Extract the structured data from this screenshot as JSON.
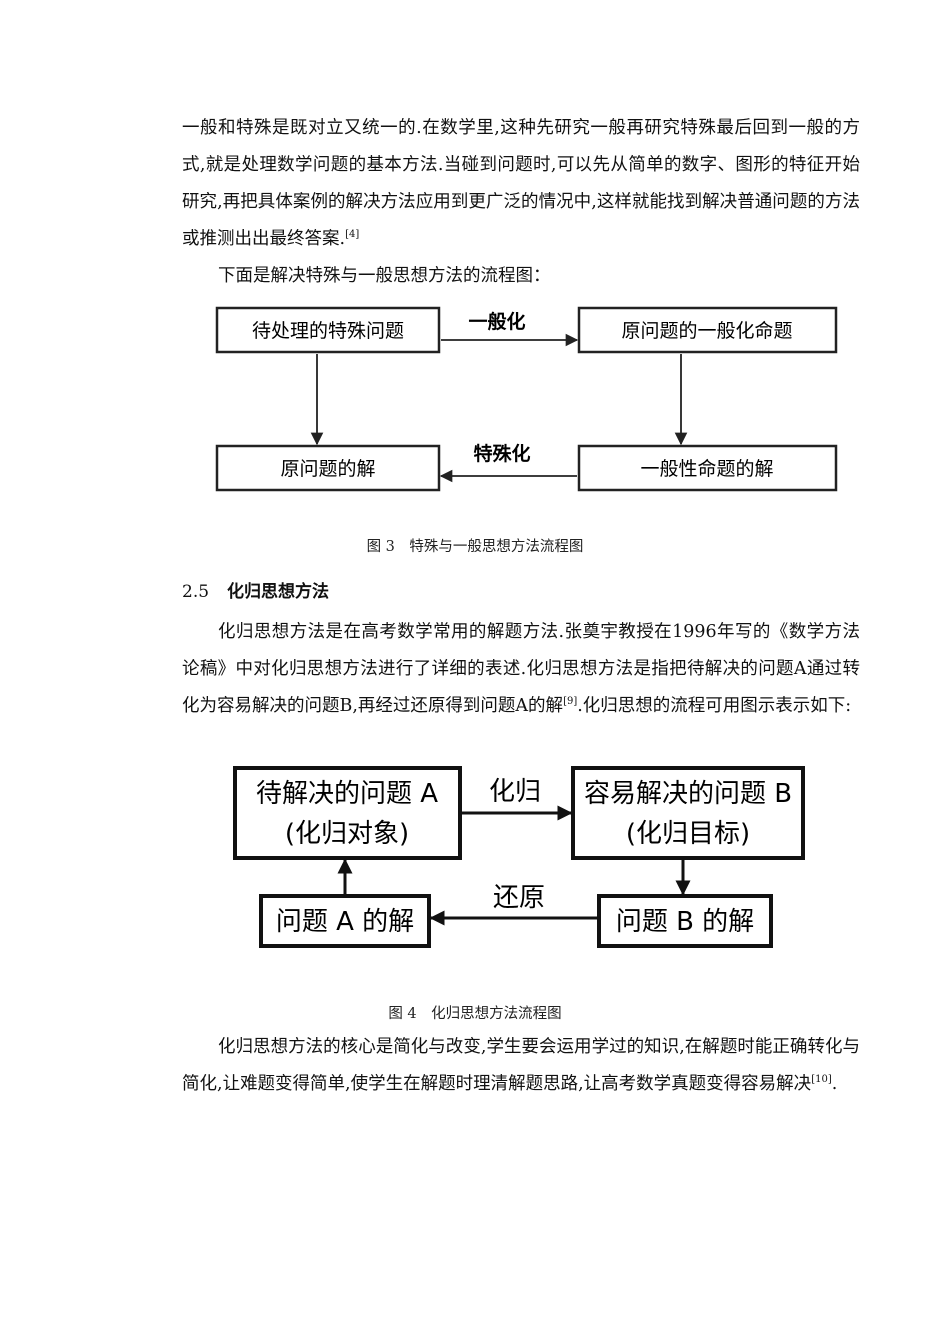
{
  "para1": {
    "text": "一般和特殊是既对立又统一的.在数学里,这种先研究一般再研究特殊最后回到一般的方式,就是处理数学问题的基本方法.当碰到问题时,可以先从简单的数字、图形的特征开始研究,再把具体案例的解决方法应用到更广泛的情况中,这样就能找到解决普通问题的方法或推测出出最终答案.",
    "ref": "[4]"
  },
  "para2": "下面是解决特殊与一般思想方法的流程图：",
  "figure3": {
    "box_top_left": "待处理的特殊问题",
    "box_top_right": "原问题的一般化命题",
    "box_bottom_left": "原问题的解",
    "box_bottom_right": "一般性命题的解",
    "label_top": "一般化",
    "label_bottom": "特殊化",
    "caption": "图 3　特殊与一般思想方法流程图"
  },
  "section": {
    "number": "2.5",
    "title": "化归思想方法"
  },
  "para3": {
    "before_ref": "化归思想方法是在高考数学常用的解题方法.张奠宇教授在1996年写的《数学方法论稿》中对化归思想方法进行了详细的表述.化归思想方法是指把待解决的问题A通过转化为容易解决的问题B,再经过还原得到问题A的解",
    "ref": "[9]",
    "after_ref": ".化归思想的流程可用图示表示如下:"
  },
  "figure4": {
    "box_top_left_line1": "待解决的问题 A",
    "box_top_left_line2": "(化归对象)",
    "box_top_right_line1": "容易解决的问题 B",
    "box_top_right_line2": "(化归目标)",
    "box_bottom_left": "问题 A 的解",
    "box_bottom_right": "问题 B 的解",
    "label_top": "化归",
    "label_bottom": "还原",
    "caption": "图 4　化归思想方法流程图"
  },
  "para4": {
    "before_ref": "化归思想方法的核心是简化与改变,学生要会运用学过的知识,在解题时能正确转化与简化,让难题变得简单,使学生在解题时理清解题思路,让高考数学真题变得容易解决",
    "ref": "[10]",
    "after_ref": "."
  }
}
